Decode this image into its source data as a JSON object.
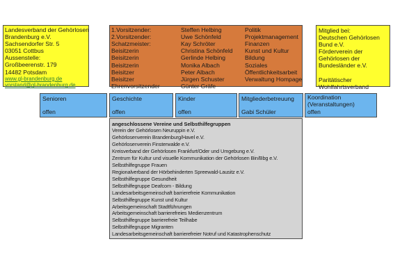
{
  "left_box": {
    "lines": [
      "Landesverband der Gehörlosen",
      "Brandenburg e.V.",
      "Sachsendorfer Str. 5",
      "03051 Cottbus",
      "Aussenstelle:",
      "Großbeerenstr. 179",
      "14482 Potsdam"
    ],
    "website": "www.gl-brandenburg.de",
    "email": "vorstand@gl-brandenburg.de"
  },
  "board": {
    "rows": [
      {
        "role": "1.Vorsitzender:",
        "name": "Steffen Helbing",
        "area": "Politik"
      },
      {
        "role": "2.Vorsitzender:",
        "name": "Uwe Schönfeld",
        "area": "Projektmanagement"
      },
      {
        "role": "Schatzmeister:",
        "name": "Kay Schröter",
        "area": "Finanzen"
      },
      {
        "role": "Beisitzerin",
        "name": "Christina Schönfeld",
        "area": "Kunst und Kultur"
      },
      {
        "role": "Beisitzerin",
        "name": "Gerlinde Helbing",
        "area": "Bildung"
      },
      {
        "role": "Beisitzerin",
        "name": "Monika Albach",
        "area": "Soziales"
      },
      {
        "role": "Beisitzer",
        "name": "Peter Albach",
        "area": "Öffentlichkeitsarbeit"
      },
      {
        "role": "Beisitzer",
        "name": "Jürgen Schuster",
        "area": "Verwaltung Hompage"
      },
      {
        "role": "Ehrenvorsitzender",
        "name": "Günter Gräfe",
        "area": ""
      }
    ]
  },
  "right_box": {
    "lines": [
      "Mitglied bei:",
      "Deutschen Gehörlosen",
      "Bund e.V.",
      "Förderverein der",
      "Gehörlosen der",
      "Bundesländer e.V.",
      "",
      "Paritätischer",
      "Wohlfahrtsverband"
    ]
  },
  "sub_boxes": [
    {
      "title": "Senioren",
      "value": "offen"
    },
    {
      "title": "Geschichte",
      "value": "offen"
    },
    {
      "title": "Kinder",
      "value": "offen"
    },
    {
      "title": "Mitgliederbetreuung",
      "value": "Gabi Schüler"
    },
    {
      "title": "Koordination (Veranstaltungen)",
      "value": "offen"
    }
  ],
  "members": {
    "title": "angeschlossene Vereine und Selbsthilfegruppen",
    "items": [
      "Verein der Gehörlosen Neuruppin e.V.",
      "Gehörlosenverein Brandenburg/Havel e.V.",
      "Gehörlosenverein Finsterwalde e.V.",
      "Kreisverband der Gehörlosen Frankfurt/Oder und Umgebung e.V.",
      "Zentrum für Kultur und visuelle Kommunikation der Gehörlosen Bin/Bbg e.V.",
      "Selbsthilfegruppe Frauen",
      "Regionalverband der Hörbehinderten Spreewald-Lausitz e.V.",
      "Selbsthilfegruppe Gesundheit",
      "Selbsthilfegruppe Deafcom - Bildung",
      "Landesarbeitsgemeinschaft barrierefreie Kommunikation",
      "Selbsthilfegruppe Kunst und Kultur",
      "Arbeitsgemeinschaft Stadtführungen",
      "Arbeitsgemeinschaft barrierefreies Medienzentrum",
      "Selbsthilfegruppe barrierefreie Teilhabe",
      "Selbsthilfegruppe Migranten",
      "Landesarbeitsgemeinschaft barrierefreier Notruf und Katastrophenschutz"
    ]
  },
  "colors": {
    "yellow": "#ffff2e",
    "orange": "#d67a3c",
    "blue": "#6cb5ee",
    "gray": "#d4d4d4"
  }
}
